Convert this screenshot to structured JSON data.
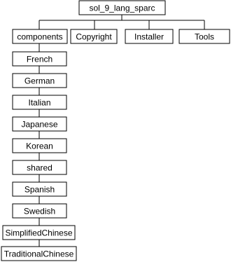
{
  "root": {
    "label": "sol_9_lang_sparc"
  },
  "level1": [
    {
      "id": "components",
      "label": "components"
    },
    {
      "id": "copyright",
      "label": "Copyright"
    },
    {
      "id": "installer",
      "label": "Installer"
    },
    {
      "id": "tools",
      "label": "Tools"
    }
  ],
  "components_children": [
    {
      "id": "french",
      "label": "French"
    },
    {
      "id": "german",
      "label": "German"
    },
    {
      "id": "italian",
      "label": "Italian"
    },
    {
      "id": "japanese",
      "label": "Japanese"
    },
    {
      "id": "korean",
      "label": "Korean"
    },
    {
      "id": "shared",
      "label": "shared"
    },
    {
      "id": "spanish",
      "label": "Spanish"
    },
    {
      "id": "swedish",
      "label": "Swedish"
    },
    {
      "id": "simplifiedchinese",
      "label": "SimplifiedChinese"
    },
    {
      "id": "traditionalchinese",
      "label": "TraditionalChinese"
    }
  ]
}
